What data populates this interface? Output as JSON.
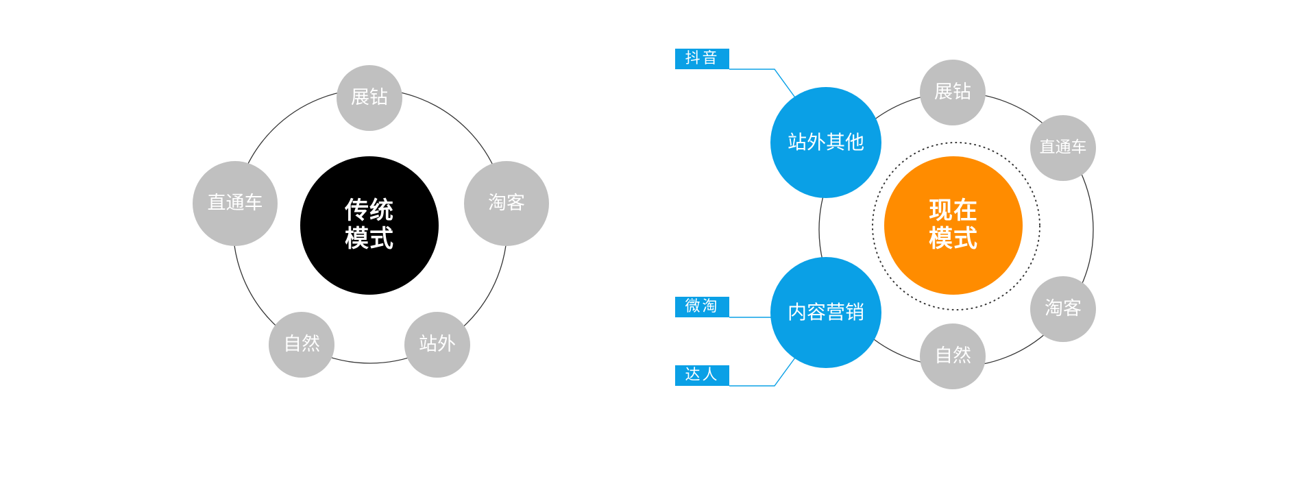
{
  "colors": {
    "gray_node": "#c0c0c0",
    "traditional_center": "#000000",
    "current_center": "#ff8c00",
    "accent_blue": "#0aa0e6",
    "ring_line": "#333333"
  },
  "traditional": {
    "center_line1": "传统",
    "center_line2": "模式",
    "nodes": [
      "展钻",
      "淘客",
      "站外",
      "自然",
      "直通车"
    ]
  },
  "current": {
    "center_line1": "现在",
    "center_line2": "模式",
    "gray_nodes": [
      "展钻",
      "直通车",
      "淘客",
      "自然"
    ],
    "blue_nodes": [
      "站外其他",
      "内容营销"
    ],
    "tags": [
      "抖音",
      "微淘",
      "达人"
    ]
  }
}
